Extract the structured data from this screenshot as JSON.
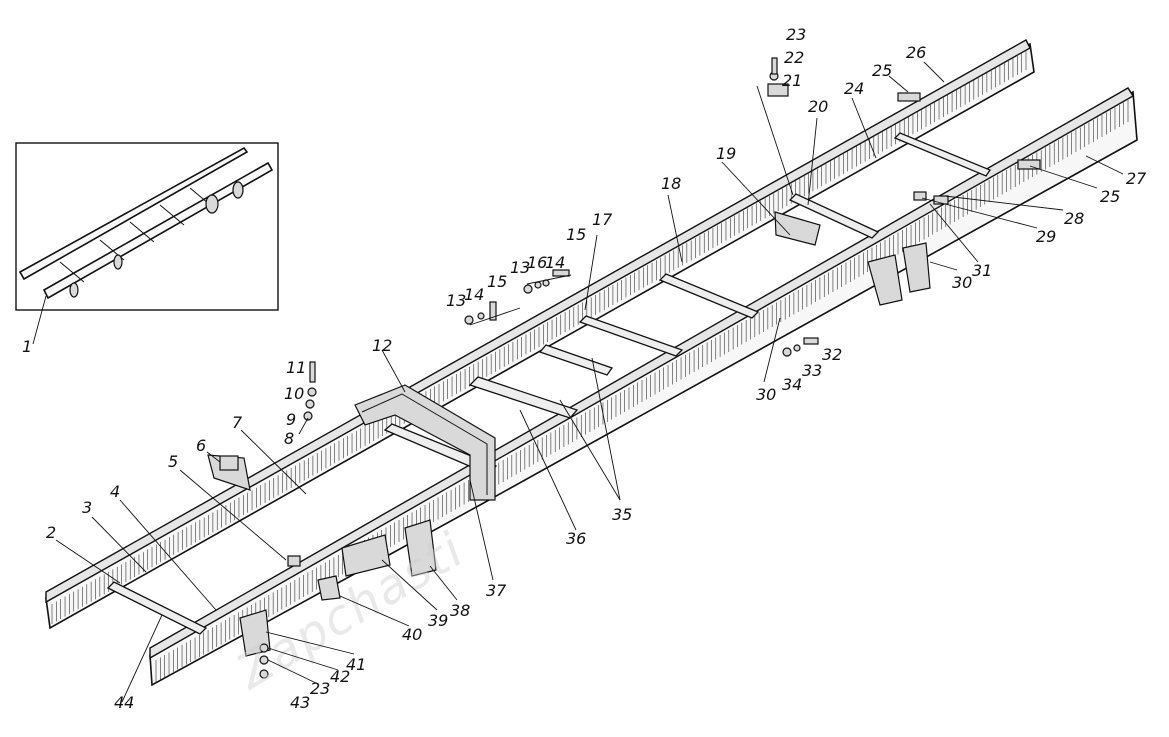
{
  "watermark": "Zapchasti",
  "callouts": [
    "1",
    "2",
    "3",
    "4",
    "5",
    "6",
    "7",
    "8",
    "9",
    "10",
    "11",
    "12",
    "13",
    "14",
    "15",
    "13",
    "16",
    "14",
    "15",
    "17",
    "18",
    "19",
    "20",
    "21",
    "22",
    "23",
    "24",
    "25",
    "26",
    "27",
    "25",
    "28",
    "29",
    "30",
    "31",
    "30",
    "32",
    "33",
    "34",
    "35",
    "36",
    "37",
    "38",
    "39",
    "40",
    "41",
    "42",
    "23",
    "43",
    "44"
  ]
}
